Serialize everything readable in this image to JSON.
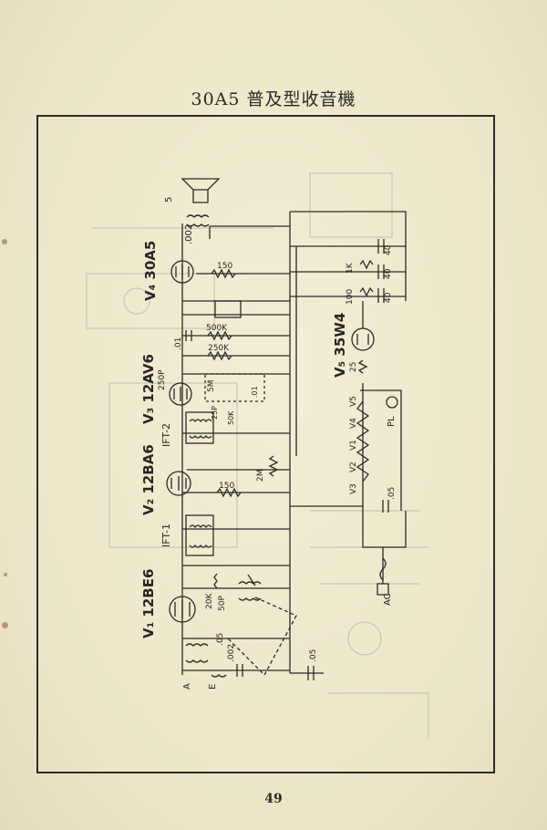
{
  "title": "30A5 普及型收音機",
  "page_number": "49",
  "tubes": [
    {
      "id": "V1",
      "type": "12BE6",
      "label": "V₁ 12BE6"
    },
    {
      "id": "V2",
      "type": "12BA6",
      "label": "V₂ 12BA6"
    },
    {
      "id": "V3",
      "type": "12AV6",
      "label": "V₃ 12AV6"
    },
    {
      "id": "V4",
      "type": "30A5",
      "label": "V₄ 30A5"
    },
    {
      "id": "V5",
      "type": "35W4",
      "label": "V₅ 35W4"
    }
  ],
  "transformers": [
    "IFT-1",
    "IFT-2"
  ],
  "component_labels": {
    "speaker": "5",
    "c_out": ".002",
    "r150_v4": "150",
    "r500k": "500K",
    "c01": ".01",
    "r250k": "250K",
    "c250p": "250P",
    "r5m": "5M",
    "c25p": "25P",
    "r50k": "50K",
    "c01b": ".01",
    "r2m": "2M",
    "r150_v2": "150",
    "r20k": "20K",
    "c50p": "50P",
    "c05_osc": ".05",
    "c002_ant": ".002",
    "c05_line": ".05",
    "c40a": "40",
    "c40b": "40",
    "c40c": "40",
    "r1k": "1K",
    "r100": "100",
    "r25": "25",
    "c05_ac": ".05",
    "pl": "PL",
    "ac": "AC",
    "ant": "A",
    "earth": "E"
  },
  "heater_chain": [
    "V5",
    "V4",
    "V1",
    "V2",
    "V3"
  ]
}
